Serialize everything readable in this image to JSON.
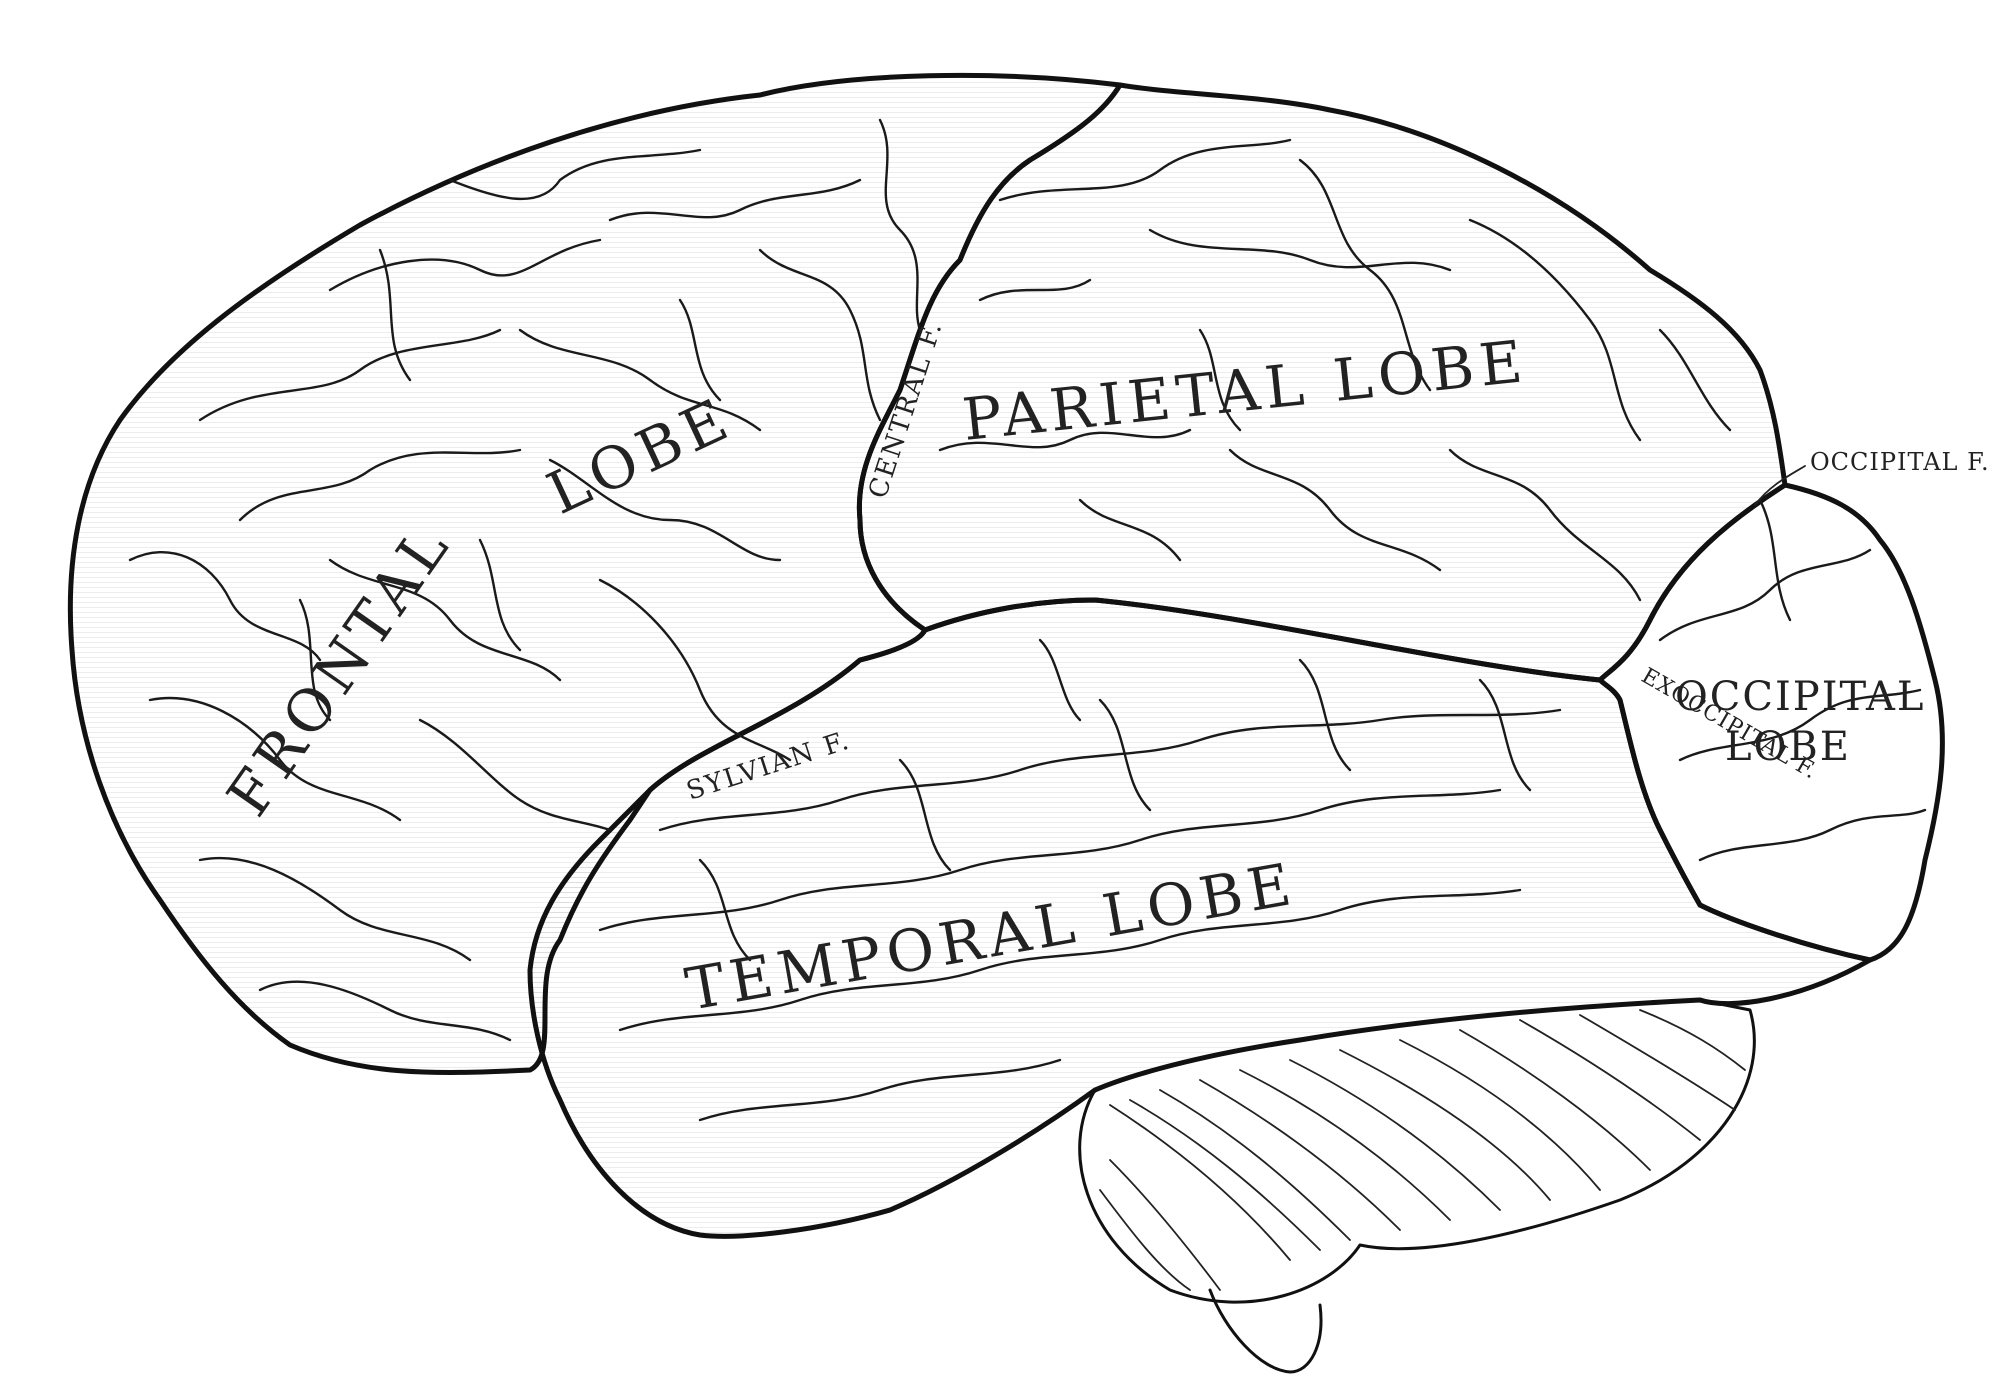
{
  "colors": {
    "frontal": "#ebebeb",
    "parietal": "#f9f596",
    "temporal": "#b9b9b9",
    "occipital": "#ffffff",
    "cerebellum": "#ffffff",
    "line": "#111111"
  },
  "lobes": {
    "frontal": {
      "label_1": "FRONTAL",
      "label_2": "LOBE"
    },
    "parietal": {
      "label": "PARIETAL LOBE"
    },
    "temporal": {
      "label": "TEMPORAL LOBE"
    },
    "occipital": {
      "label_1": "OCCIPITAL",
      "label_2": "LOBE"
    }
  },
  "fissures": {
    "central": "CENTRAL F.",
    "sylvian": "SYLVIAN F.",
    "occipital": "OCCIPITAL F.",
    "exoccipital": "EXOCCIPITAL F."
  }
}
